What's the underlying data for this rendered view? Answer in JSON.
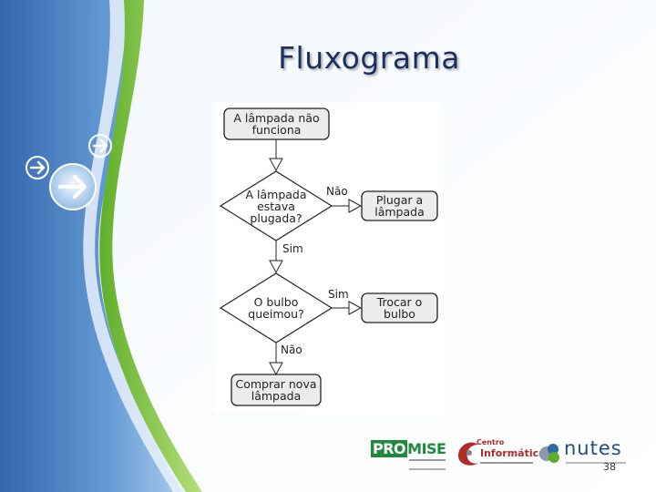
{
  "slide": {
    "title": "Fluxograma",
    "page_number": "38"
  },
  "flowchart": {
    "start": "A lâmpada não\nfunciona",
    "decision1": "A lâmpada\nestava\nplugada?",
    "decision1_no_label": "Não",
    "action1": "Plugar a\nlâmpada",
    "decision1_yes_label": "Sim",
    "decision2": "O bulbo\nqueimou?",
    "decision2_yes_label": "Sim",
    "action2": "Trocar o\nbulbo",
    "decision2_no_label": "Não",
    "end": "Comprar nova\nlâmpada"
  },
  "logos": {
    "promise": "PROMISE",
    "promise_pro": "PRO",
    "promise_mise": "MISE",
    "centro_top": "Centro",
    "centro_main": "Informática",
    "nutes": "nutes"
  },
  "colors": {
    "title": "#1a2f66",
    "band_blue": "#3a72b8",
    "band_green": "#7fc23a",
    "box_fill": "#ececec",
    "box_stroke": "#222222"
  }
}
